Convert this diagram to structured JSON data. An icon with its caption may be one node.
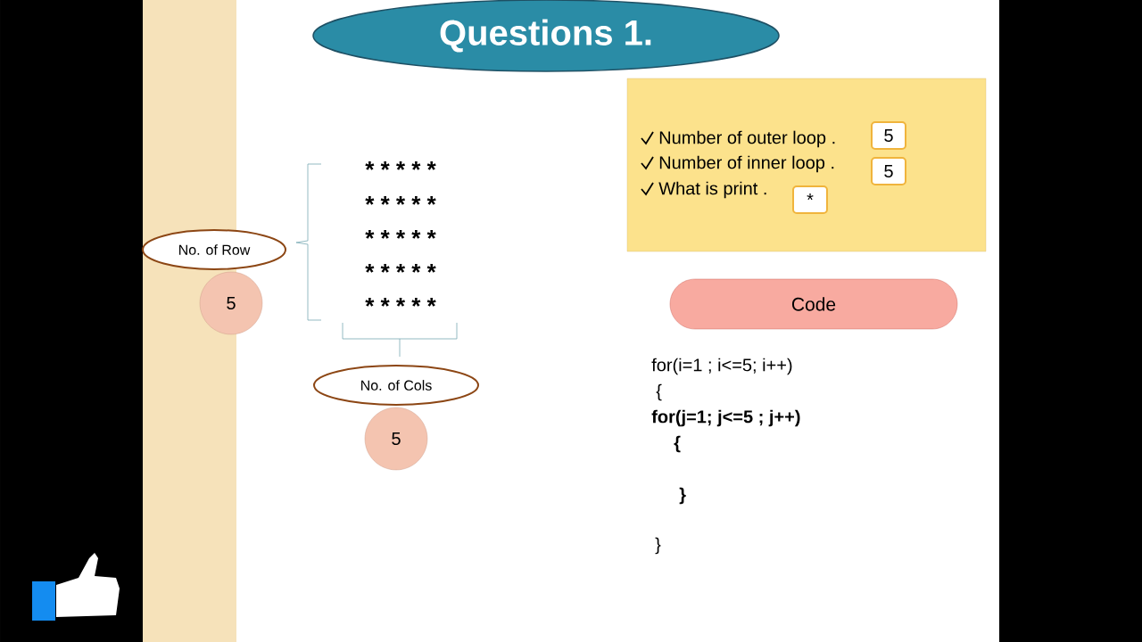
{
  "diagram": {
    "nodes": [
      {
        "text": [
          "Questions 1."
        ]
      },
      {
        "text": [
          "Number of outer loop .",
          "Number of inner loop .",
          "What is print ."
        ]
      },
      {
        "text": [
          "5"
        ],
        "in": 1
      },
      {
        "text": [
          "5"
        ],
        "in": 1
      },
      {
        "text": [
          "*"
        ],
        "in": 1
      },
      {
        "text": [
          "No. of Row"
        ]
      },
      {
        "text": [
          "5"
        ]
      },
      {
        "text": [
          "No. of Cols"
        ]
      },
      {
        "text": [
          "5"
        ]
      },
      {
        "text": [
          "Code"
        ]
      }
    ],
    "labels": [
      "* * * * *",
      "* * * * *",
      "* * * * *",
      "* * * * *",
      "* * * * *",
      "for(i=1 ; i<=5; i++)",
      "{",
      "for(j=1; j<=5 ; j++)",
      "{",
      "}",
      "}"
    ]
  }
}
